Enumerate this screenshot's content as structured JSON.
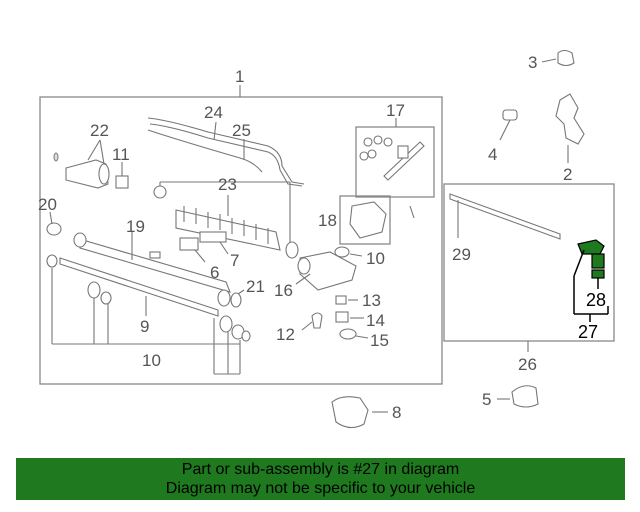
{
  "labels": {
    "l1": "1",
    "l2": "2",
    "l3": "3",
    "l4": "4",
    "l5": "5",
    "l6": "6",
    "l7": "7",
    "l8": "8",
    "l9": "9",
    "l10a": "10",
    "l10b": "10",
    "l11": "11",
    "l12": "12",
    "l13": "13",
    "l14": "14",
    "l15": "15",
    "l16": "16",
    "l17": "17",
    "l18": "18",
    "l19": "19",
    "l20": "20",
    "l21": "21",
    "l22": "22",
    "l23": "23",
    "l24": "24",
    "l25": "25",
    "l26": "26",
    "l27": "27",
    "l28": "28",
    "l29": "29"
  },
  "highlight_color": "#1f7a1f",
  "banner": {
    "line1": "Part or sub-assembly is #27 in diagram",
    "line2": "Diagram may not be specific to your vehicle"
  }
}
